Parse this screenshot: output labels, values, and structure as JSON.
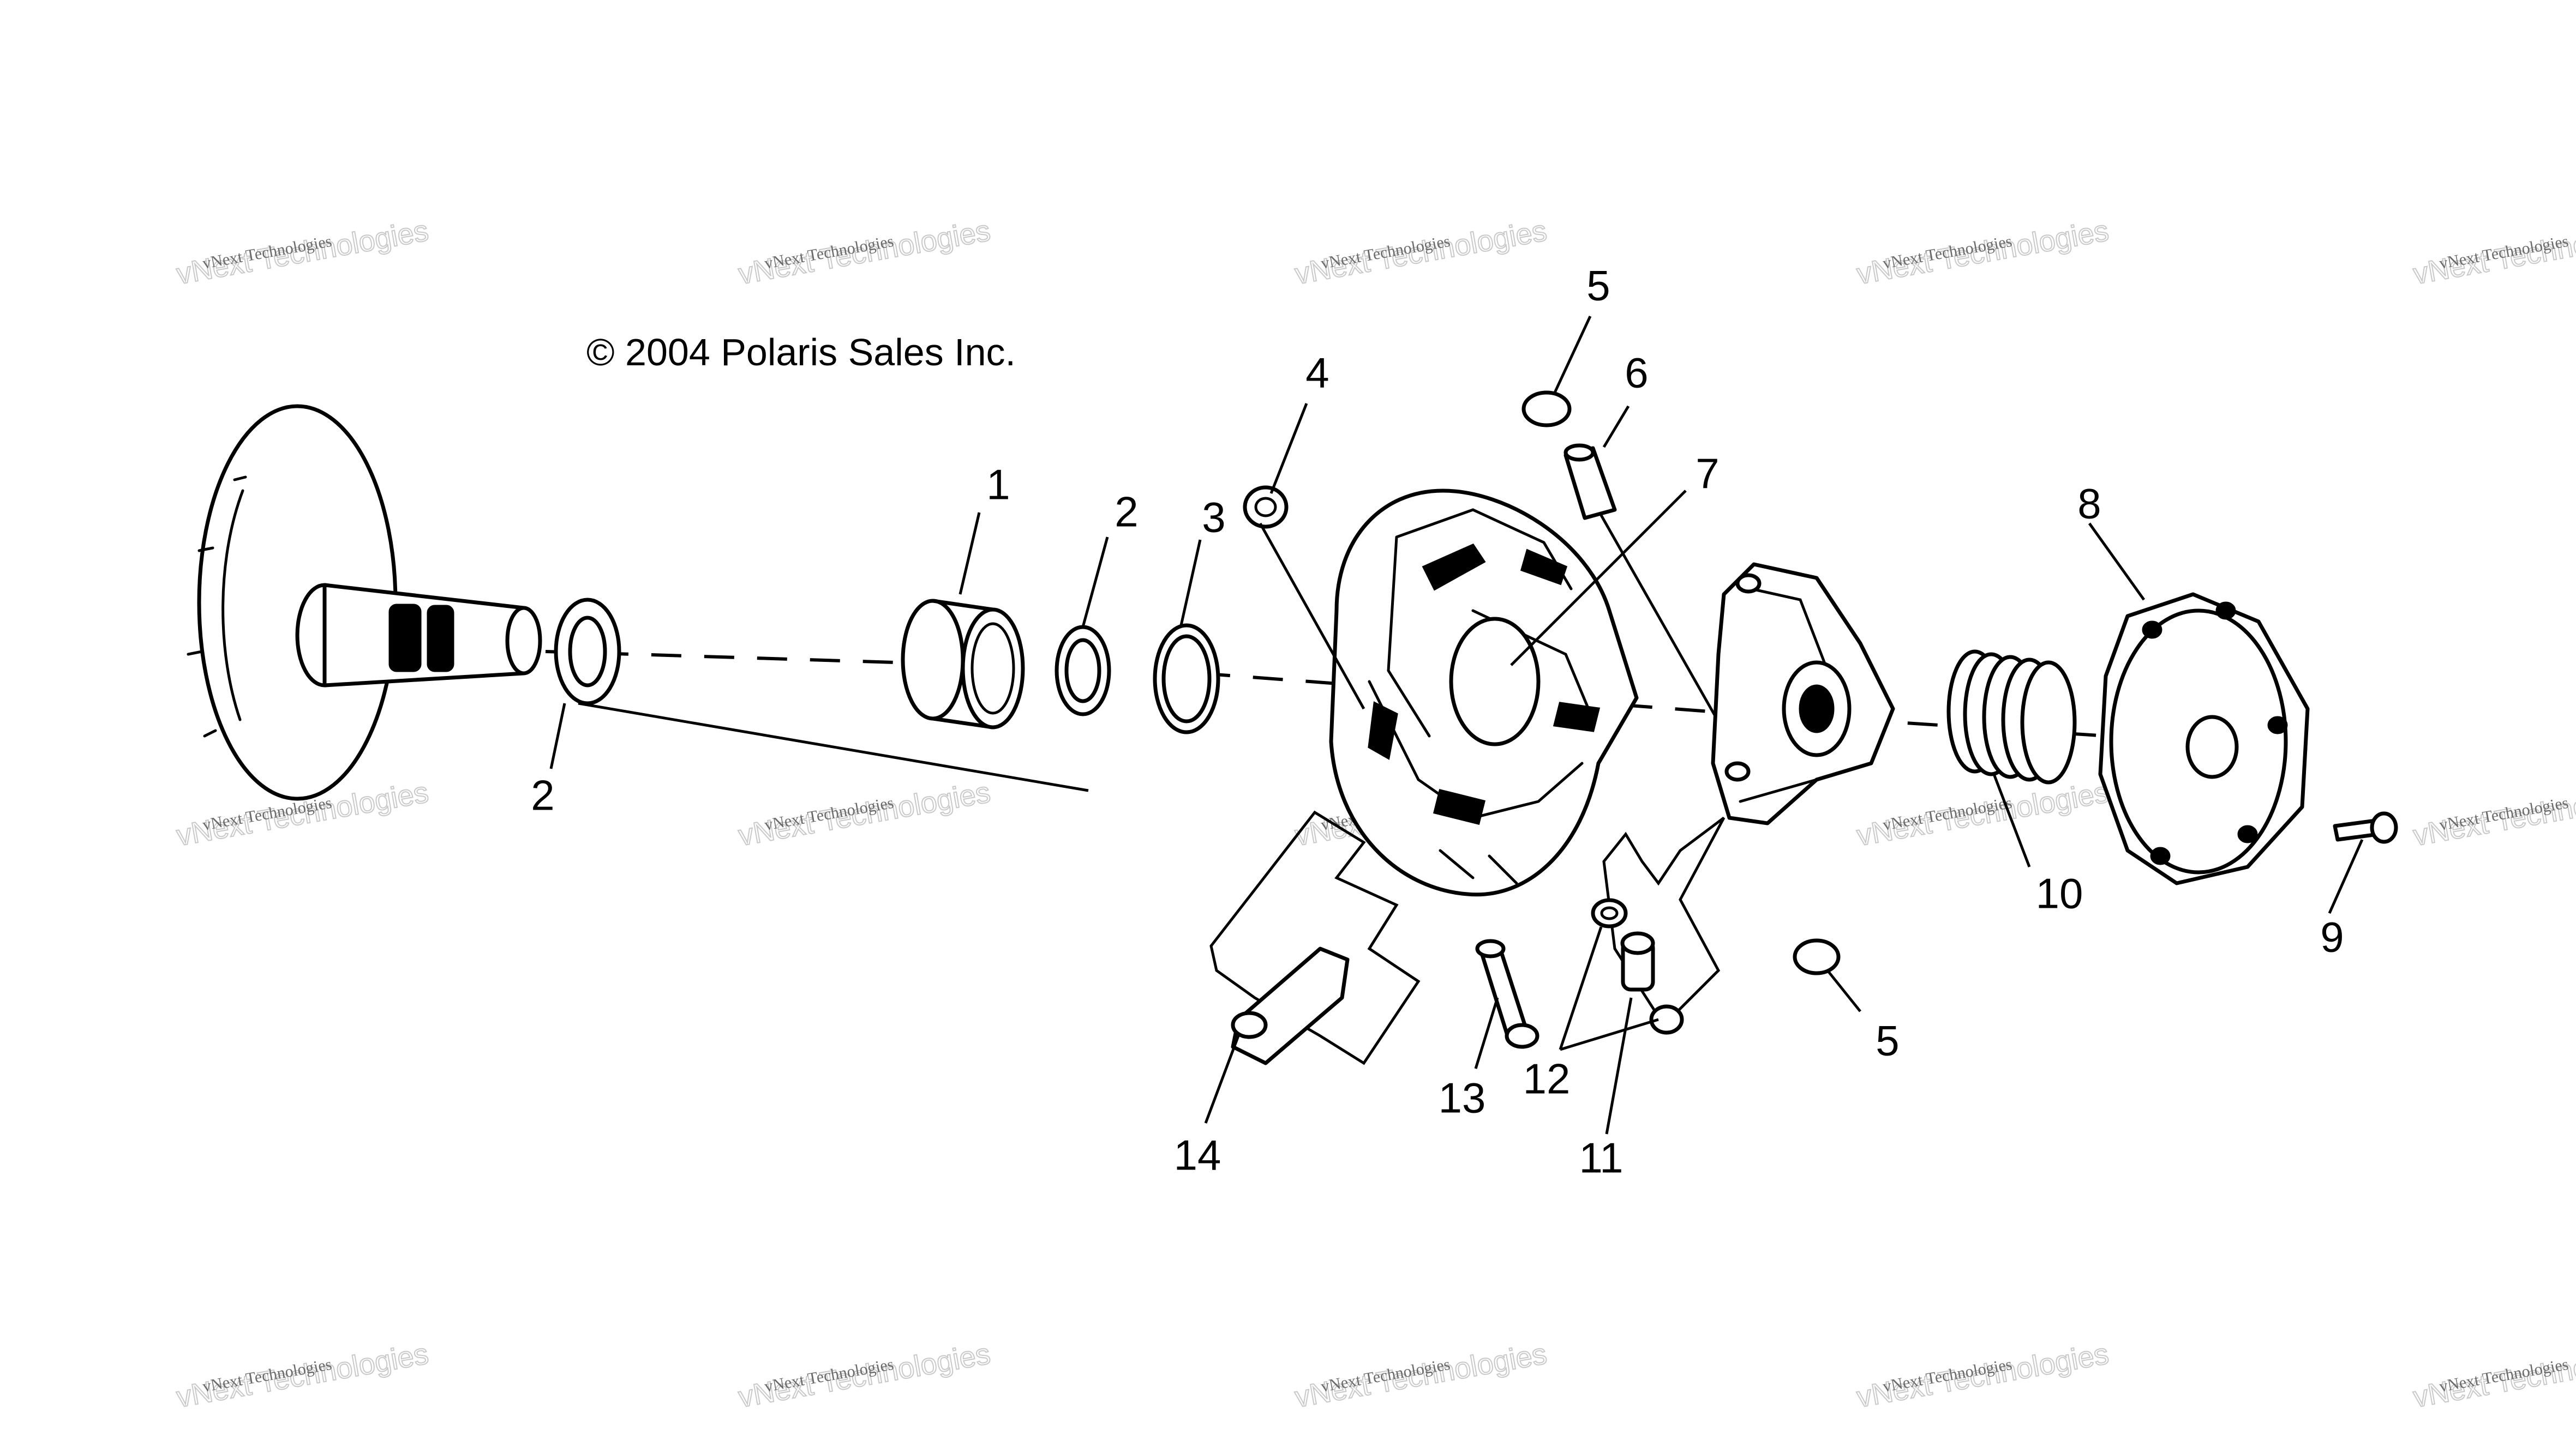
{
  "copyright": "© 2004 Polaris Sales Inc.",
  "callouts": [
    {
      "id": "c1",
      "label": "1"
    },
    {
      "id": "c2a",
      "label": "2"
    },
    {
      "id": "c2b",
      "label": "2"
    },
    {
      "id": "c3",
      "label": "3"
    },
    {
      "id": "c4",
      "label": "4"
    },
    {
      "id": "c5a",
      "label": "5"
    },
    {
      "id": "c5b",
      "label": "5"
    },
    {
      "id": "c6",
      "label": "6"
    },
    {
      "id": "c7",
      "label": "7"
    },
    {
      "id": "c8",
      "label": "8"
    },
    {
      "id": "c9",
      "label": "9"
    },
    {
      "id": "c10",
      "label": "10"
    },
    {
      "id": "c11",
      "label": "11"
    },
    {
      "id": "c12",
      "label": "12"
    },
    {
      "id": "c13",
      "label": "13"
    },
    {
      "id": "c14",
      "label": "14"
    }
  ],
  "watermark": {
    "line1": "vNext Technologies",
    "line2": "vNext Technologies"
  },
  "colors": {
    "ink": "#000000",
    "background": "#ffffff",
    "watermark": "#c9c9c9"
  }
}
